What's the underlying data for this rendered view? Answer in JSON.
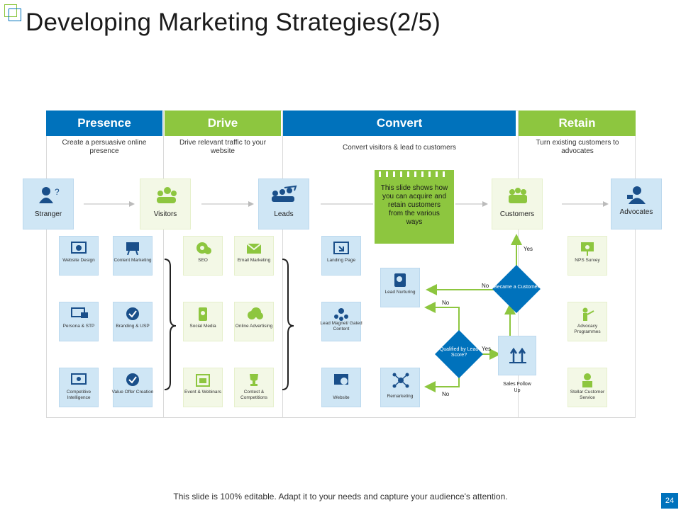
{
  "title": "Developing Marketing Strategies(2/5)",
  "columns": [
    {
      "header": "Presence",
      "subtitle": "Create a persuasive online presence"
    },
    {
      "header": "Drive",
      "subtitle": "Drive relevant traffic to your website"
    },
    {
      "header": "Convert",
      "subtitle": "Convert visitors & lead to customers"
    },
    {
      "header": "Retain",
      "subtitle": "Turn existing customers to advocates"
    }
  ],
  "stages": {
    "stranger": "Stranger",
    "visitors": "Visitors",
    "leads": "Leads",
    "customers": "Customers",
    "advocates": "Advocates"
  },
  "presence_tiles": [
    "Website Design",
    "Content Marketing",
    "Persona & STP",
    "Branding & USP",
    "Competitive Intelligence",
    "Value Offer Creation"
  ],
  "drive_tiles": [
    "SEO",
    "Email Marketing",
    "Social Media",
    "Online Advertising",
    "Event & Webinars",
    "Contest & Competitions"
  ],
  "convert_tiles": [
    "Landing Page",
    "Lead Magnet/ Gated Content",
    "Website",
    "Lead Nurturing",
    "Remarketing"
  ],
  "retain_tiles": [
    "NPS Survey",
    "Advocacy Programmes",
    "Stellar Customer Service"
  ],
  "decisions": {
    "qualified": "Qualified by Lead Score?",
    "customer": "Became a Customer"
  },
  "sales": "Sales Follow Up",
  "flow_labels": {
    "yes1": "Yes",
    "yes2": "Yes",
    "no1": "No",
    "no2": "No",
    "no3": "No"
  },
  "note": "This slide shows how you can acquire and retain customers from the various ways",
  "footer": "This slide is 100% editable. Adapt it to your needs and capture your audience's attention.",
  "page_number": "24",
  "colors": {
    "blue": "#0072bc",
    "green": "#8dc63f",
    "tile_blue": "#cfe6f5",
    "tile_green": "#f3f8e6"
  }
}
